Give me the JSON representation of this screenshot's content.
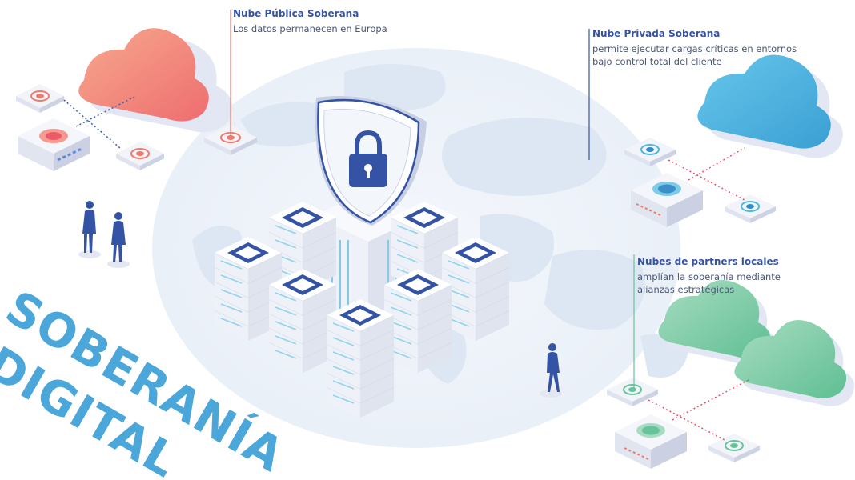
{
  "labels": {
    "public": {
      "title": "Nube Pública Soberana",
      "desc": "Los datos permanecen en Europa"
    },
    "private": {
      "title": "Nube Privada Soberana",
      "desc_line1": "permite ejecutar cargas críticas en entornos",
      "desc_line2": "bajo control total del cliente"
    },
    "partners": {
      "title": "Nubes de partners locales",
      "desc_line1": "amplían la soberanía mediante",
      "desc_line2": "alianzas estratégicas"
    }
  },
  "headline": {
    "line1": "SOBERANÍA",
    "line2": "DIGITAL"
  },
  "colors": {
    "public_accent": "#f07a6b",
    "private_accent": "#4fb8dd",
    "partners_accent": "#66c39a",
    "primary_blue": "#3553a4",
    "headline": "#4ba6d9",
    "map": "#dce6f2"
  }
}
